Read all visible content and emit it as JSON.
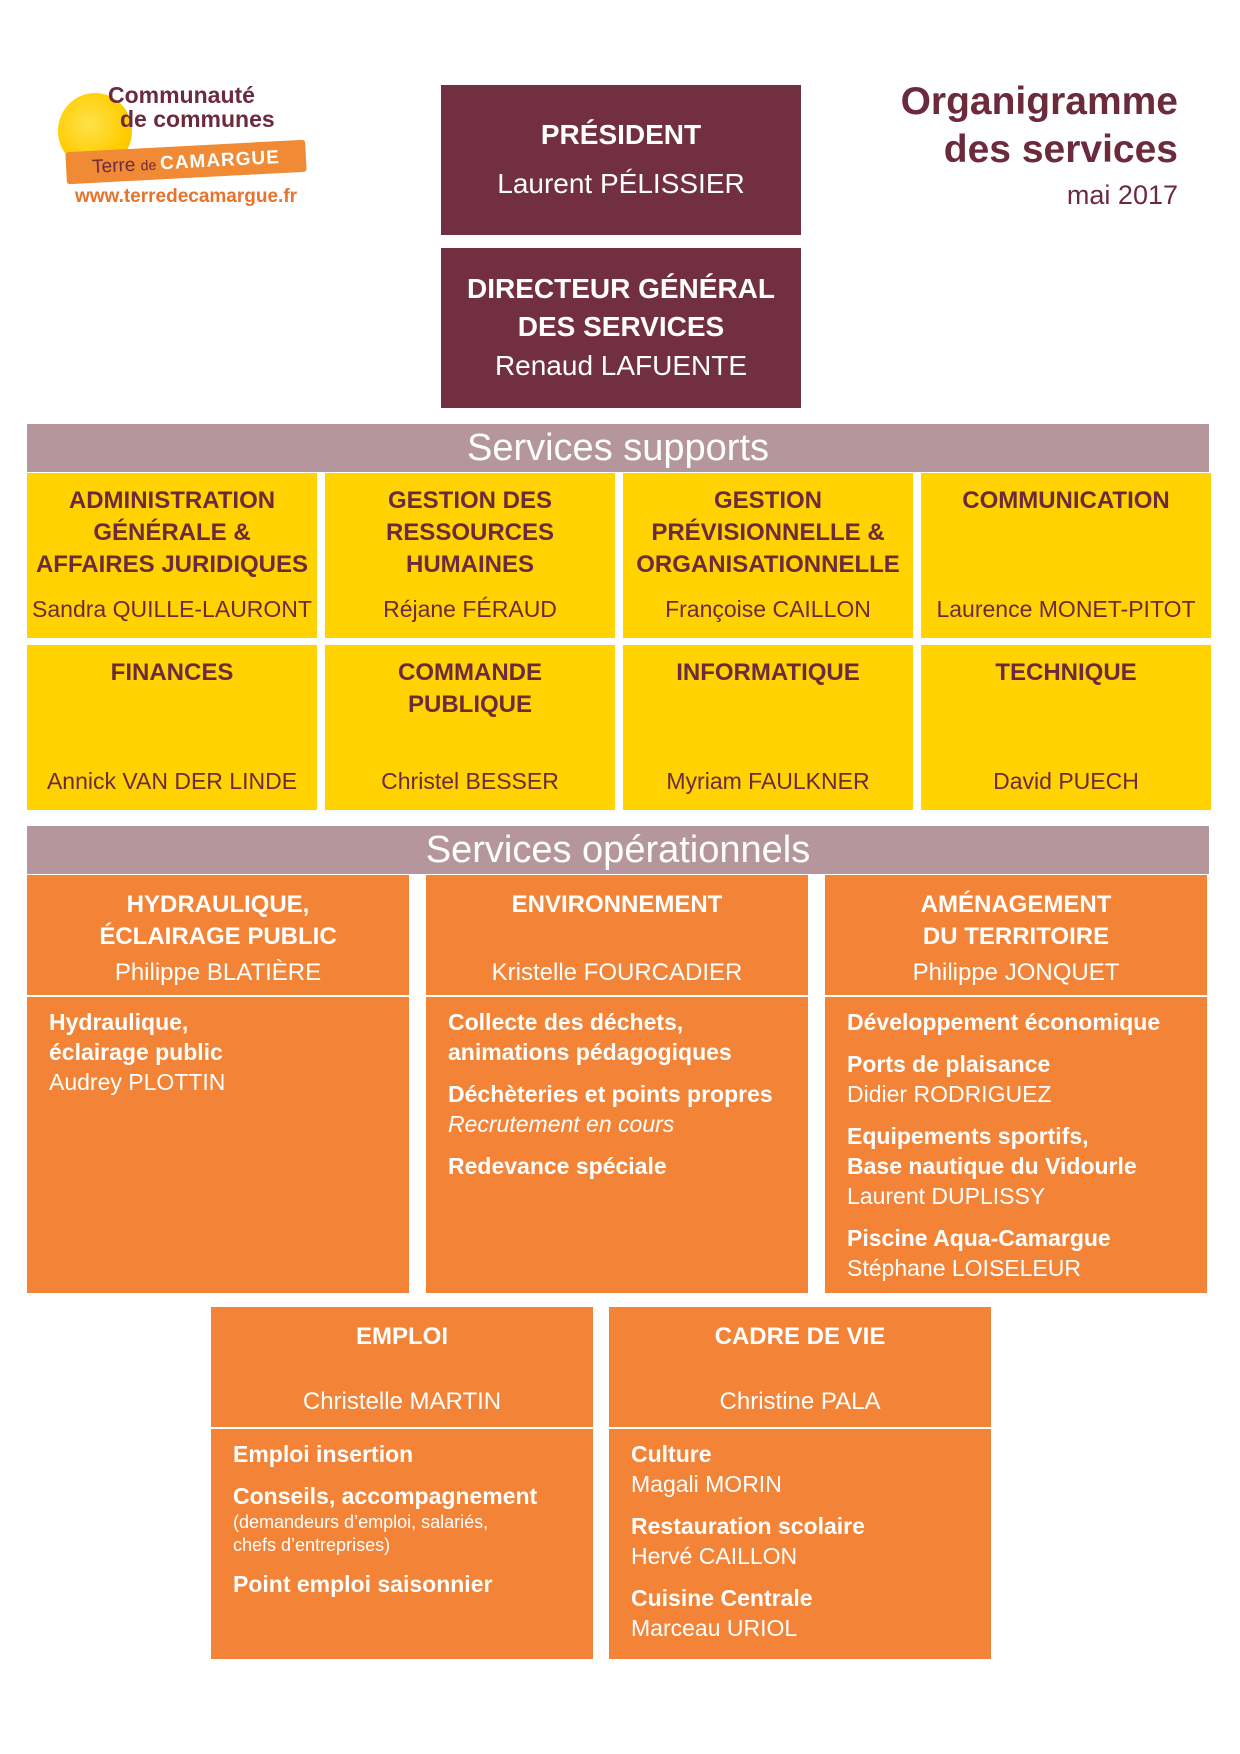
{
  "logo": {
    "line1": "Communauté",
    "line2": "de communes",
    "band_part1": "Terre ",
    "band_part2": "de ",
    "band_part3": "CAMARGUE",
    "url": "www.terredecamargue.fr"
  },
  "header": {
    "title_line1": "Organigramme",
    "title_line2": "des services",
    "date": "mai 2017"
  },
  "president": {
    "role": "PRÉSIDENT",
    "name": "Laurent PÉLISSIER"
  },
  "director": {
    "role_line1": "DIRECTEUR GÉNÉRAL",
    "role_line2": "DES SERVICES",
    "name": "Renaud LAFUENTE"
  },
  "support": {
    "heading": "Services supports",
    "cards": [
      {
        "title": [
          "ADMINISTRATION",
          "GÉNÉRALE &",
          "AFFAIRES JURIDIQUES"
        ],
        "person": "Sandra QUILLE-LAURONT"
      },
      {
        "title": [
          "GESTION DES",
          "RESSOURCES",
          "HUMAINES"
        ],
        "person": "Réjane FÉRAUD"
      },
      {
        "title": [
          "GESTION",
          "PRÉVISIONNELLE &",
          "ORGANISATIONNELLE"
        ],
        "person": "Françoise CAILLON"
      },
      {
        "title": [
          "COMMUNICATION",
          "",
          ""
        ],
        "person": "Laurence MONET-PITOT"
      },
      {
        "title": [
          "FINANCES",
          "",
          ""
        ],
        "person": "Annick VAN DER LINDE"
      },
      {
        "title": [
          "COMMANDE",
          "PUBLIQUE",
          ""
        ],
        "person": "Christel BESSER"
      },
      {
        "title": [
          "INFORMATIQUE",
          "",
          ""
        ],
        "person": "Myriam FAULKNER"
      },
      {
        "title": [
          "TECHNIQUE",
          "",
          ""
        ],
        "person": "David PUECH"
      }
    ]
  },
  "operational": {
    "heading": "Services opérationnels",
    "cards": [
      {
        "title": [
          "HYDRAULIQUE,",
          "ÉCLAIRAGE PUBLIC"
        ],
        "person": "Philippe BLATIÈRE",
        "items": [
          {
            "title": [
              "Hydraulique,",
              "éclairage public"
            ],
            "person": "Audrey PLOTTIN"
          }
        ]
      },
      {
        "title": [
          "ENVIRONNEMENT",
          ""
        ],
        "person": "Kristelle FOURCADIER",
        "items": [
          {
            "title": [
              "Collecte des déchets,",
              "animations pédagogiques"
            ]
          },
          {
            "title": [
              "Déchèteries et points propres"
            ],
            "note_italic": "Recrutement en cours"
          },
          {
            "title": [
              "Redevance spéciale"
            ]
          }
        ]
      },
      {
        "title": [
          "AMÉNAGEMENT",
          "DU TERRITOIRE"
        ],
        "person": "Philippe JONQUET",
        "items": [
          {
            "title": [
              "Développement économique"
            ]
          },
          {
            "title": [
              "Ports de plaisance"
            ],
            "person": "Didier RODRIGUEZ"
          },
          {
            "title": [
              "Equipements sportifs,",
              "Base nautique du Vidourle"
            ],
            "person": "Laurent DUPLISSY"
          },
          {
            "title": [
              "Piscine Aqua-Camargue"
            ],
            "person": "Stéphane LOISELEUR"
          }
        ]
      },
      {
        "title": [
          "EMPLOI",
          ""
        ],
        "person": "Christelle MARTIN",
        "items": [
          {
            "title": [
              "Emploi insertion"
            ]
          },
          {
            "title": [
              "Conseils, accompagnement"
            ],
            "note": [
              "(demandeurs d’emploi, salariés,",
              "chefs d’entreprises)"
            ]
          },
          {
            "title": [
              "Point emploi saisonnier"
            ]
          }
        ]
      },
      {
        "title": [
          "CADRE DE VIE",
          ""
        ],
        "person": "Christine PALA",
        "items": [
          {
            "title": [
              "Culture"
            ],
            "person": "Magali MORIN"
          },
          {
            "title": [
              "Restauration scolaire"
            ],
            "person": "Hervé CAILLON"
          },
          {
            "title": [
              "Cuisine Centrale"
            ],
            "person": "Marceau URIOL"
          }
        ]
      }
    ]
  }
}
